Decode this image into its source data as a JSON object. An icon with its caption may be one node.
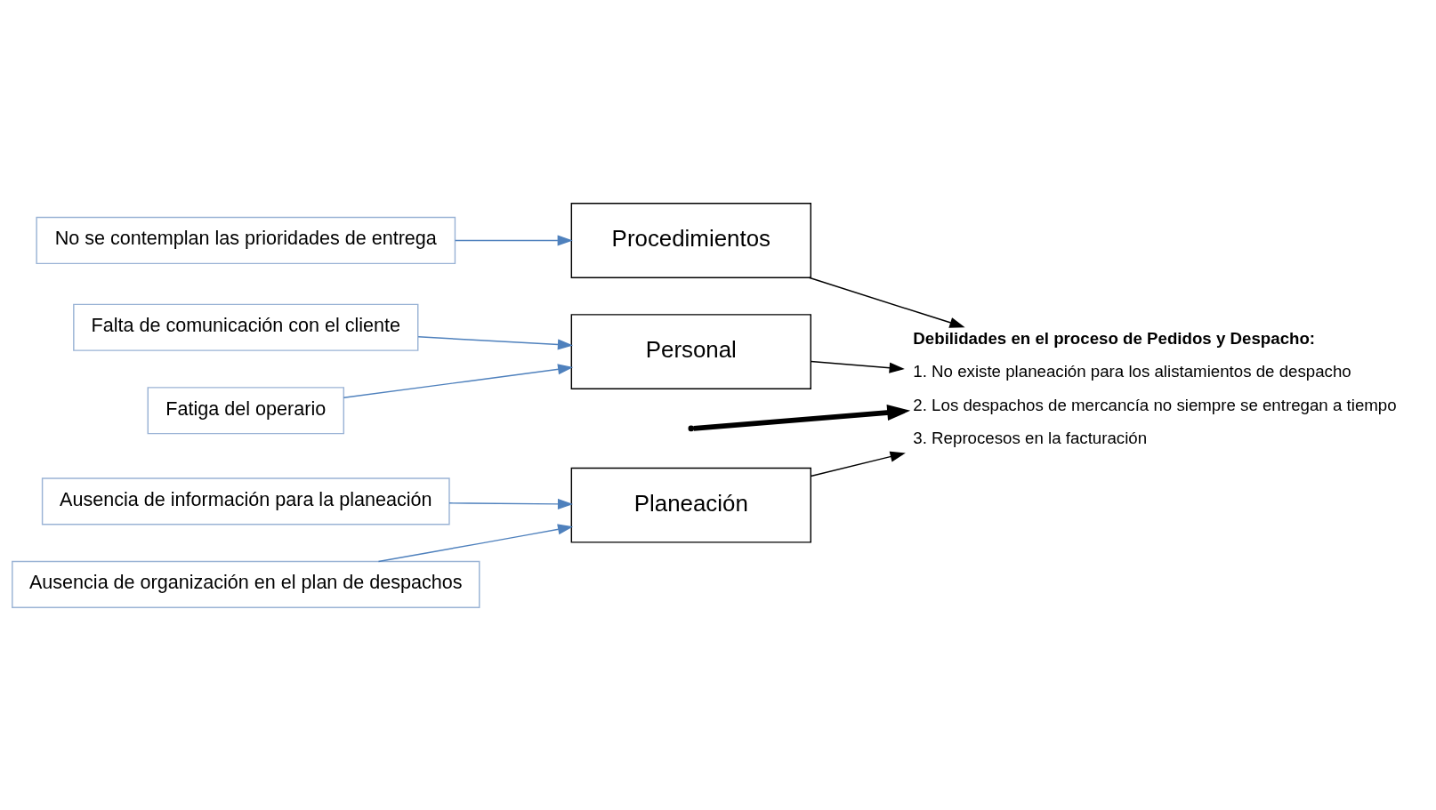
{
  "diagram": {
    "nodes": [
      {
        "text": [
          "Planeación"
        ]
      },
      {
        "text": [
          "Procedimientos"
        ]
      },
      {
        "text": [
          "Personal"
        ]
      },
      {
        "text": [
          "Ausencia de información para la planeación"
        ]
      },
      {
        "text": [
          "Ausencia de organización en el plan de despachos"
        ]
      },
      {
        "text": [
          "No se contemplan las prioridades de entrega"
        ]
      },
      {
        "text": [
          "Falta de comunicación con el cliente"
        ]
      },
      {
        "text": [
          "Fatiga del operario"
        ]
      },
      {
        "text": [
          "Debilidades en el proceso de Pedidos y Despacho:",
          "1. No existe planeación para los alistamientos de despacho",
          "2. Los despachos de mercancía no siempre se entregan a tiempo",
          "3. Reprocesos en la facturación"
        ]
      }
    ],
    "edges": [
      {
        "from": null,
        "to": 8,
        "arrow": "to",
        "style": "thick",
        "color": "#000000"
      },
      {
        "from": 0,
        "to": 8,
        "arrow": "to",
        "color": "#000000"
      },
      {
        "from": 1,
        "to": 8,
        "arrow": "to",
        "color": "#000000"
      },
      {
        "from": 2,
        "to": 8,
        "arrow": "to",
        "color": "#000000"
      },
      {
        "from": 3,
        "to": 0,
        "arrow": "to"
      },
      {
        "from": 4,
        "to": 0,
        "arrow": "to"
      },
      {
        "from": 5,
        "to": 1,
        "arrow": "to"
      },
      {
        "from": 6,
        "to": 2,
        "arrow": "to"
      },
      {
        "from": 7,
        "to": 2,
        "arrow": "to"
      }
    ]
  }
}
